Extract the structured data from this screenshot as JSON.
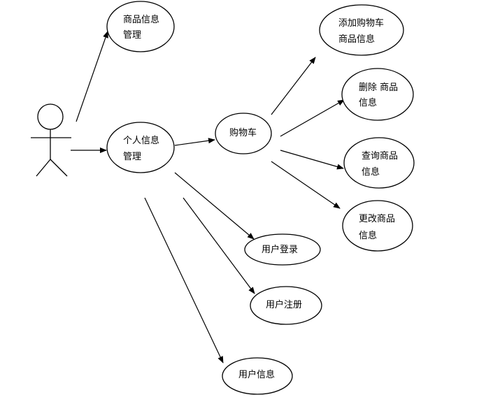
{
  "diagram": {
    "actor": {
      "label": ""
    },
    "use_cases": [
      {
        "id": "product-info-management",
        "lines": [
          "商品信息",
          "管理"
        ]
      },
      {
        "id": "personal-info-management",
        "lines": [
          "个人信息",
          "管理"
        ]
      },
      {
        "id": "shopping-cart",
        "lines": [
          "购物车"
        ]
      },
      {
        "id": "add-cart-product-info",
        "lines": [
          "添加购物车",
          "商品信息"
        ]
      },
      {
        "id": "delete-product-info",
        "lines": [
          "删除 商品",
          "信息"
        ]
      },
      {
        "id": "query-product-info",
        "lines": [
          "查询商品",
          "信息"
        ]
      },
      {
        "id": "modify-product-info",
        "lines": [
          "更改商品",
          "信息"
        ]
      },
      {
        "id": "user-login",
        "lines": [
          "用户登录"
        ]
      },
      {
        "id": "user-register",
        "lines": [
          "用户注册"
        ]
      },
      {
        "id": "user-info",
        "lines": [
          "用户信息"
        ]
      }
    ],
    "associations": [
      {
        "from": "actor",
        "to": "product-info-management"
      },
      {
        "from": "actor",
        "to": "personal-info-management"
      },
      {
        "from": "personal-info-management",
        "to": "shopping-cart"
      },
      {
        "from": "shopping-cart",
        "to": "add-cart-product-info"
      },
      {
        "from": "shopping-cart",
        "to": "delete-product-info"
      },
      {
        "from": "shopping-cart",
        "to": "query-product-info"
      },
      {
        "from": "shopping-cart",
        "to": "modify-product-info"
      },
      {
        "from": "personal-info-management",
        "to": "user-login"
      },
      {
        "from": "personal-info-management",
        "to": "user-register"
      },
      {
        "from": "personal-info-management",
        "to": "user-info"
      }
    ]
  }
}
